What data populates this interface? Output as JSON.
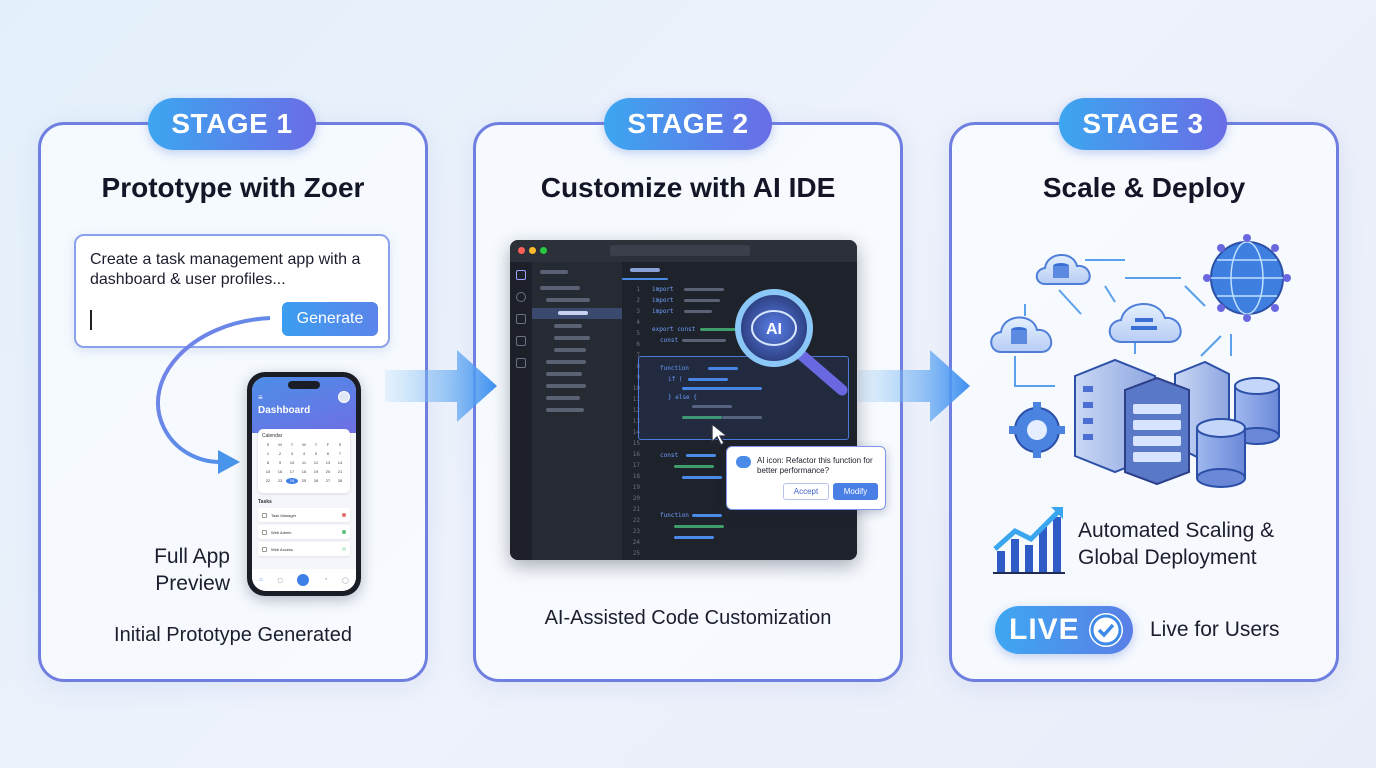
{
  "stages": [
    {
      "badge": "STAGE 1",
      "title": "Prototype with Zoer"
    },
    {
      "badge": "STAGE 2",
      "title": "Customize with AI IDE"
    },
    {
      "badge": "STAGE 3",
      "title": "Scale & Deploy"
    }
  ],
  "stage1": {
    "prompt_text": "Create a task management app with a dashboard & user profiles...",
    "generate_label": "Generate",
    "preview_label": "Full App Preview",
    "caption": "Initial Prototype Generated",
    "phone": {
      "title": "Dashboard",
      "calendar_title": "Calendar",
      "tasks_title": "Tasks",
      "tasks": [
        "Task Manager",
        "Web Admin",
        "Web Access"
      ]
    }
  },
  "stage2": {
    "ai_popup_text": "AI icon: Refactor this function for better performance?",
    "accept_label": "Accept",
    "modify_label": "Modify",
    "magnifier_label": "AI",
    "code_keywords": [
      "import",
      "import",
      "import",
      "export const",
      "const",
      "function",
      "if (",
      "} else {",
      "const",
      "function"
    ],
    "caption": "AI-Assisted Code Customization"
  },
  "stage3": {
    "scaling_text": "Automated Scaling & Global Deployment",
    "live_badge": "LIVE",
    "live_text": "Live for Users"
  },
  "colors": {
    "accent_blue": "#3ca6f0",
    "accent_purple": "#6a6de6",
    "card_border": "#6f7fe0"
  },
  "icons": [
    "menu-icon",
    "avatar",
    "home-icon",
    "calendar-icon",
    "bell-icon",
    "user-icon",
    "magnifier-icon",
    "brain-icon",
    "chat-icon",
    "cloud-icon",
    "database-icon",
    "globe-icon",
    "server-rack-icon",
    "gear-icon",
    "growth-chart-icon",
    "check-icon",
    "arrow-right-icon"
  ]
}
